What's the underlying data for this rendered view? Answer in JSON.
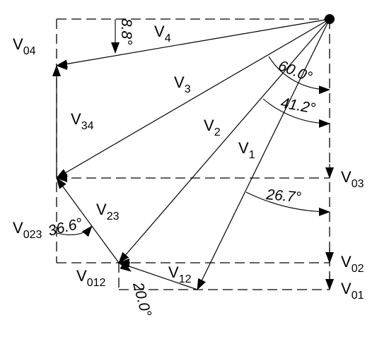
{
  "vectors": {
    "v1": "V1",
    "v2": "V2",
    "v3": "V3",
    "v4": "V4",
    "v12": "V12",
    "v23": "V23",
    "v34": "V34"
  },
  "components": {
    "v01": "V01",
    "v02": "V02",
    "v03": "V03",
    "v04": "V04",
    "v012": "V012",
    "v023": "V023"
  },
  "angles": {
    "a4": "8.8°",
    "a3": "60.0°",
    "a2": "41.2°",
    "a1": "26.7°",
    "a23": "36.6°",
    "a12": "20.0°"
  }
}
